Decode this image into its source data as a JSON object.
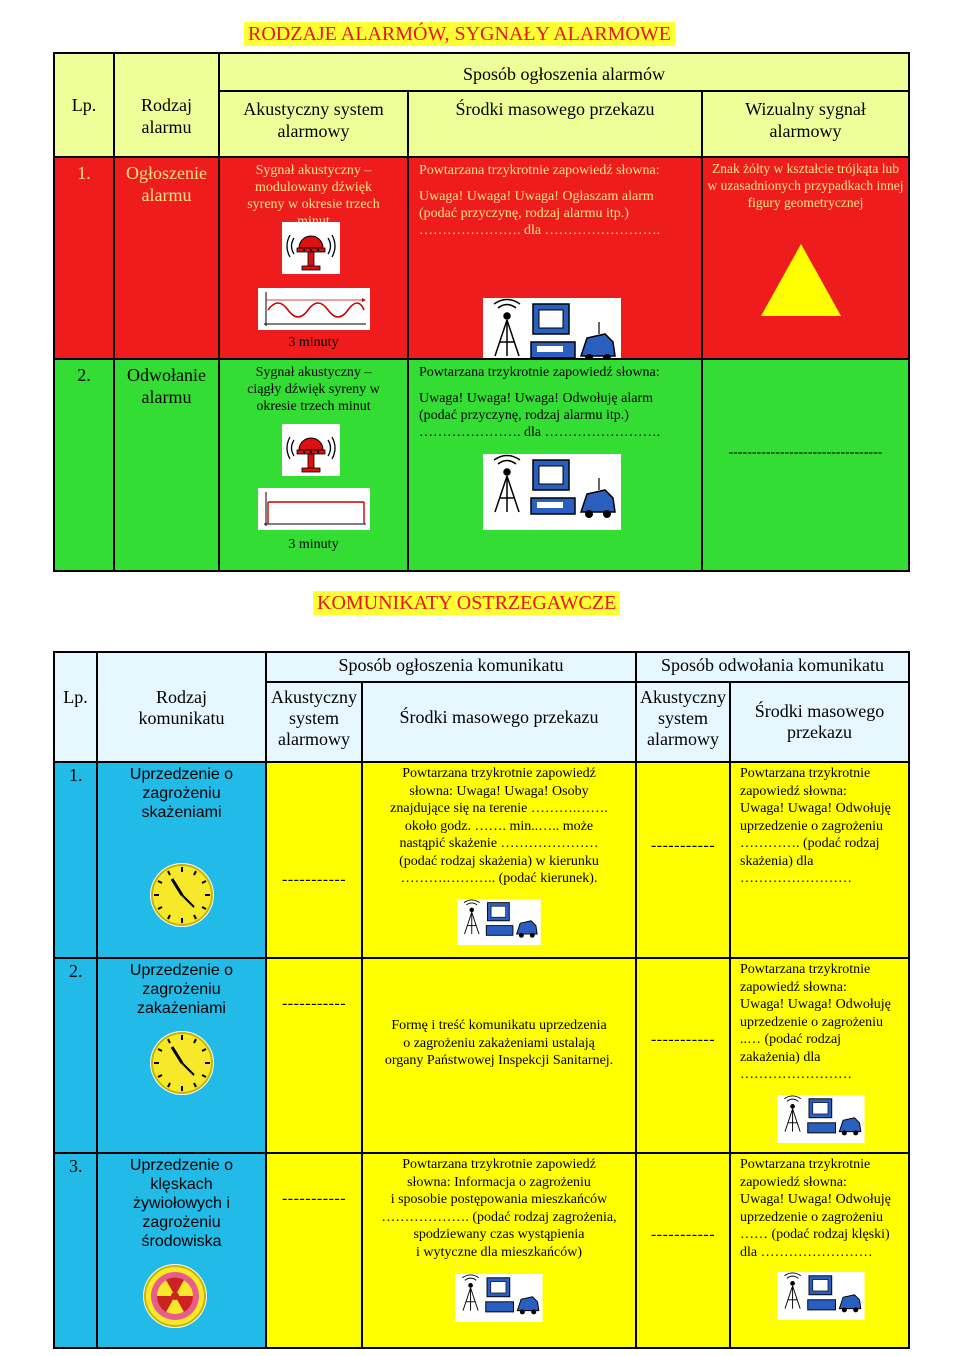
{
  "title1": "RODZAJE ALARMÓW, SYGNAŁY ALARMOWE",
  "alarms": {
    "header": {
      "lp": "Lp.",
      "type": "Rodzaj alarmu",
      "method_group": "Sposób ogłoszenia alarmów",
      "acoustic": "Akustyczny system alarmowy",
      "mass_media": "Środki masowego przekazu",
      "visual": "Wizualny sygnał alarmowy"
    },
    "rows": [
      {
        "lp": "1.",
        "type": "Ogłoszenie alarmu",
        "acoustic": "Sygnał akustyczny – modulowany dźwięk syreny w okresie trzech minut",
        "duration": "3 minuty",
        "media_line1": "Powtarzana trzykrotnie zapowiedź słowna:",
        "media_line2": "Uwaga! Uwaga! Uwaga!  Ogłaszam alarm",
        "media_line3": "(podać przyczynę, rodzaj alarmu itp.)",
        "media_line4": "…………………. dla …………………….",
        "visual": "Znak żółty w kształcie trójkąta lub w uzasadnionych przypadkach innej figury geometrycznej"
      },
      {
        "lp": "2.",
        "type": "Odwołanie alarmu",
        "acoustic": "Sygnał akustyczny – ciągły dźwięk syreny w okresie trzech minut",
        "duration": "3 minuty",
        "media_line1": "Powtarzana trzykrotnie zapowiedź słowna:",
        "media_line2": "Uwaga! Uwaga! Uwaga!  Odwołuję alarm",
        "media_line3": "(podać przyczynę, rodzaj alarmu itp.)",
        "media_line4": "…………………. dla …………………….",
        "visual": "---------------------------------"
      }
    ]
  },
  "title2": "KOMUNIKATY OSTRZEGAWCZE",
  "warnings": {
    "header": {
      "lp": "Lp.",
      "type": "Rodzaj komunikatu",
      "announce_group": "Sposób ogłoszenia komunikatu",
      "cancel_group": "Sposób odwołania komunikatu",
      "acoustic": "Akustyczny system alarmowy",
      "mass_media": "Środki masowego przekazu",
      "acoustic2": "Akustyczny system alarmowy",
      "mass_media2": "Środki masowego przekazu"
    },
    "rows": [
      {
        "lp": "1.",
        "type": "Uprzedzenie o zagrożeniu skażeniami",
        "acoustic": "-----------",
        "media": [
          "Powtarzana trzykrotnie zapowiedź",
          "słowna: Uwaga! Uwaga! Osoby",
          "znajdujące się na terenie ……….…….",
          "około godz. ……. min..….. może",
          "nastąpić skażenie …………………",
          "(podać rodzaj skażenia) w kierunku",
          "……….……….. (podać kierunek)."
        ],
        "acoustic2": "-----------",
        "cancel": [
          "Powtarzana trzykrotnie",
          "zapowiedź słowna:",
          "Uwaga! Uwaga! Odwołuję",
          "uprzedzenie   o zagrożeniu",
          "…………. (podać rodzaj",
          "skażenia) dla",
          "……………………"
        ]
      },
      {
        "lp": "2.",
        "type": "Uprzedzenie o zagrożeniu zakażeniami",
        "acoustic": "-----------",
        "media": [
          "Formę i treść komunikatu uprzedzenia",
          "o zagrożeniu zakażeniami ustalają",
          "organy Państwowej Inspekcji Sanitarnej."
        ],
        "acoustic2": "-----------",
        "cancel": [
          "Powtarzana trzykrotnie",
          "zapowiedź słowna:",
          "Uwaga! Uwaga! Odwołuję",
          "uprzedzenie o zagrożeniu",
          "..… (podać rodzaj",
          "zakażenia) dla",
          "……………………"
        ]
      },
      {
        "lp": "3.",
        "type": "Uprzedzenie o klęskach żywiołowych i zagrożeniu środowiska",
        "acoustic": "-----------",
        "media": [
          "Powtarzana trzykrotnie zapowiedź",
          "słowna: Informacja o zagrożeniu",
          "i sposobie postępowania mieszkańców",
          "………………. (podać rodzaj zagrożenia,",
          "spodziewany czas wystąpienia",
          "i wytyczne dla mieszkańców)"
        ],
        "acoustic2": "-----------",
        "cancel": [
          "Powtarzana trzykrotnie",
          "zapowiedź słowna:",
          "Uwaga! Uwaga! Odwołuję",
          "uprzedzenie o zagrożeniu",
          "…… (podać rodzaj klęski)",
          "dla ……………………"
        ]
      }
    ]
  },
  "colors": {
    "title_fg": "#e8141e",
    "title_bg": "#ffff33",
    "alarm_red": "#ee1c1c",
    "alarm_green": "#33dd33",
    "triangle": "#ffff00",
    "header_bg": "#eeff99",
    "warn_blue": "#22bbe8",
    "warn_yellow": "#ffff00"
  },
  "icons": [
    "siren-icon",
    "wave-modulated-icon",
    "wave-continuous-icon",
    "mass-media-icon",
    "yellow-triangle-icon",
    "clock-icon",
    "hazard-symbol-icon"
  ]
}
